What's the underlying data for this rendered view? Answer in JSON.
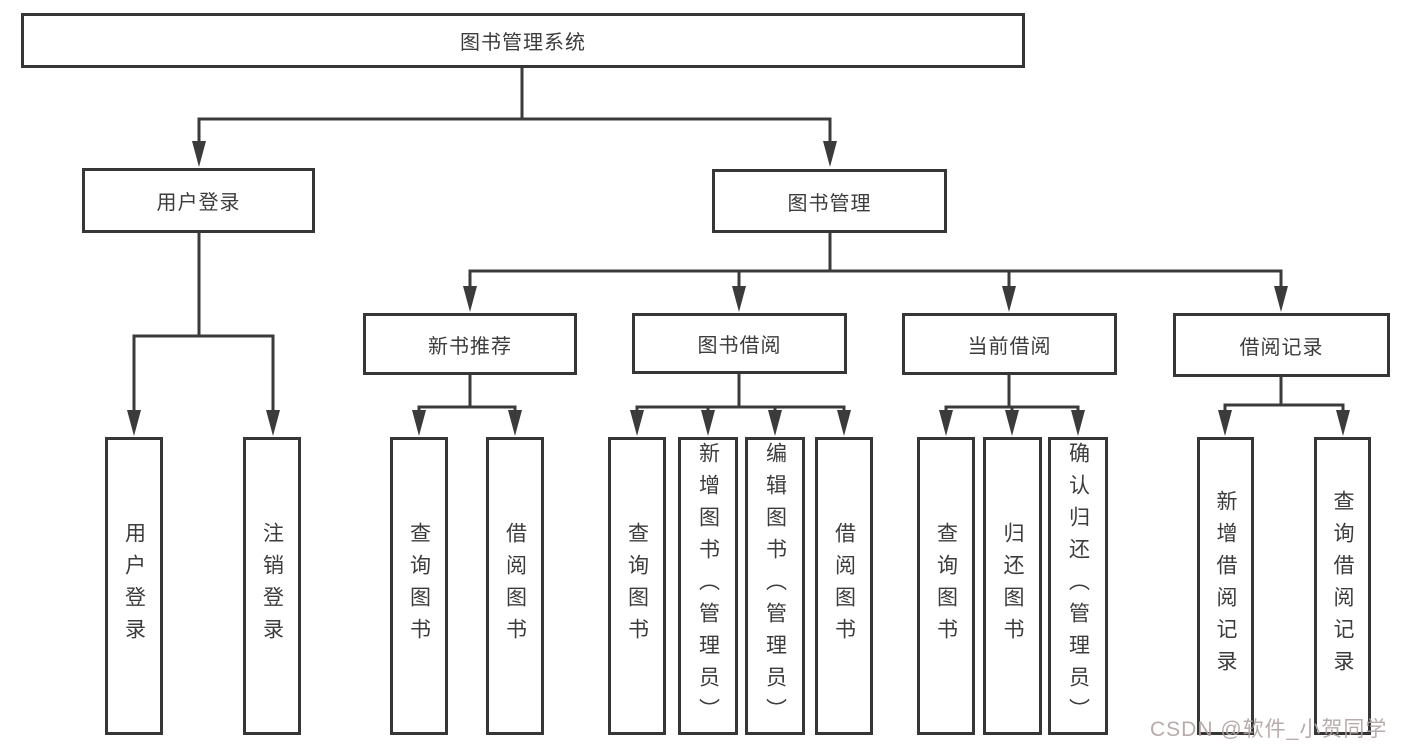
{
  "diagram": {
    "watermark": "CSDN @软件_小贺同学",
    "colors": {
      "line": "#3b3b3b",
      "box_border": "#363636",
      "box_fill": "#ffffff",
      "text": "#3c3c3c",
      "watermark": "#b2a4a4",
      "background": "#ffffff"
    },
    "nodes": {
      "root": {
        "label": "图书管理系统"
      },
      "user_login_group": {
        "label": "用户登录"
      },
      "book_management": {
        "label": "图书管理"
      },
      "new_book_recommend": {
        "label": "新书推荐"
      },
      "book_borrowing": {
        "label": "图书借阅"
      },
      "current_borrowing": {
        "label": "当前借阅"
      },
      "borrow_records": {
        "label": "借阅记录"
      },
      "leaf_user_login": {
        "label": "用户登录"
      },
      "leaf_logout": {
        "label": "注销登录"
      },
      "leaf_nbr_query_books": {
        "label": "查询图书"
      },
      "leaf_nbr_borrow_books": {
        "label": "借阅图书"
      },
      "leaf_bb_query_books": {
        "label": "查询图书"
      },
      "leaf_bb_add_books": {
        "label": "新增图书（管理员）"
      },
      "leaf_bb_edit_books": {
        "label": "编辑图书（管理员）"
      },
      "leaf_bb_borrow_books": {
        "label": "借阅图书"
      },
      "leaf_cb_query_books": {
        "label": "查询图书"
      },
      "leaf_cb_return_books": {
        "label": "归还图书"
      },
      "leaf_cb_confirm_return": {
        "label": "确认归还（管理员）"
      },
      "leaf_br_add_record": {
        "label": "新增借阅记录"
      },
      "leaf_br_query_record": {
        "label": "查询借阅记录"
      }
    },
    "hierarchy": {
      "图书管理系统": {
        "用户登录": [
          "用户登录",
          "注销登录"
        ],
        "图书管理": {
          "新书推荐": [
            "查询图书",
            "借阅图书"
          ],
          "图书借阅": [
            "查询图书",
            "新增图书（管理员）",
            "编辑图书（管理员）",
            "借阅图书"
          ],
          "当前借阅": [
            "查询图书",
            "归还图书",
            "确认归还（管理员）"
          ],
          "借阅记录": [
            "新增借阅记录",
            "查询借阅记录"
          ]
        }
      }
    }
  }
}
